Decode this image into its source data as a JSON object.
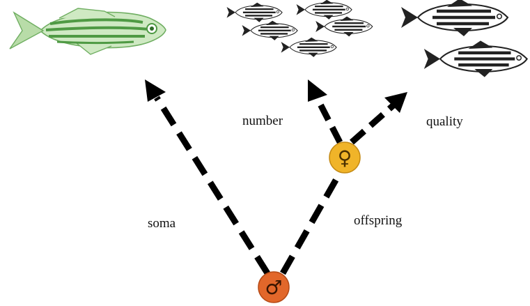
{
  "labels": {
    "soma": "soma",
    "offspring": "offspring",
    "number": "number",
    "quality": "quality"
  },
  "nodes": {
    "male": {
      "symbol": "♂",
      "color": "#e2672a"
    },
    "female": {
      "symbol": "♀",
      "color": "#f0b429"
    }
  },
  "colors": {
    "arrow": "#000000",
    "soma_fish": "#9cd08a",
    "soma_fish_stripe": "#4f9a44",
    "offspring_fish": "#2b2b2b"
  },
  "icons": {
    "soma": "green-zebrafish-icon",
    "number": "small-fish-school-icon",
    "quality": "large-fish-pair-icon"
  }
}
